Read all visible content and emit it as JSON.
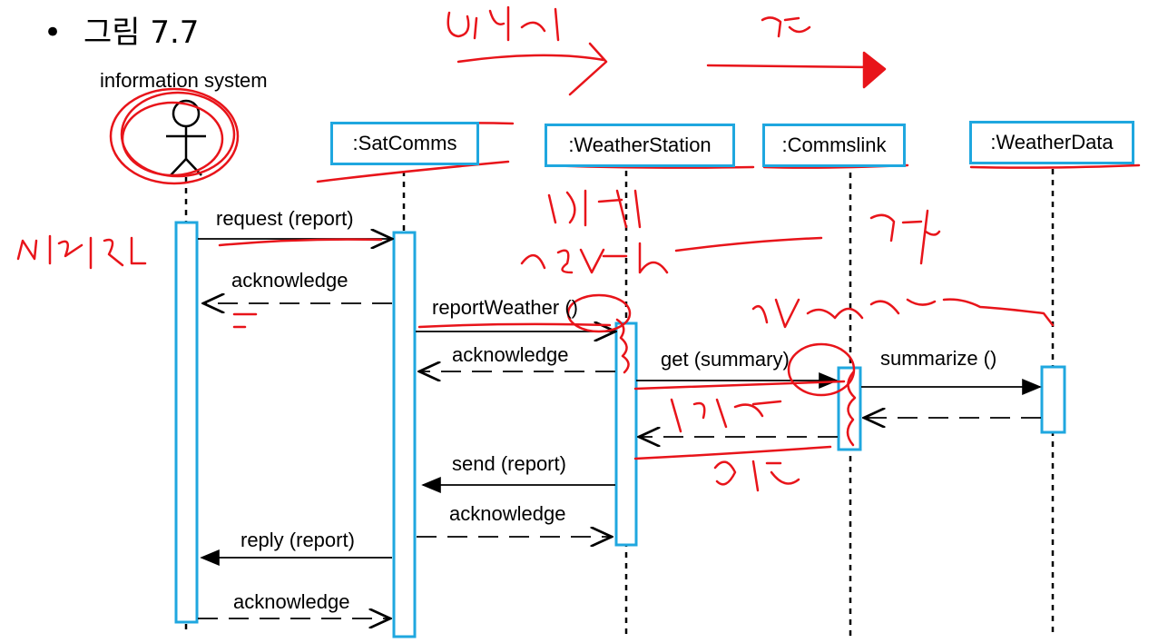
{
  "slide": {
    "bullet": "•",
    "title": "그림 7.7"
  },
  "actor": {
    "label": "information system"
  },
  "lifelines": [
    {
      "id": "satcomms",
      "label": ":SatComms"
    },
    {
      "id": "weatherstation",
      "label": ":WeatherStation"
    },
    {
      "id": "commslink",
      "label": ":Commslink"
    },
    {
      "id": "weatherdata",
      "label": ":WeatherData"
    }
  ],
  "messages": [
    {
      "id": "m1",
      "label": "request (report)",
      "kind": "sync"
    },
    {
      "id": "m2",
      "label": "acknowledge",
      "kind": "return"
    },
    {
      "id": "m3",
      "label": "reportWeather ()",
      "kind": "async"
    },
    {
      "id": "m4",
      "label": "acknowledge",
      "kind": "return"
    },
    {
      "id": "m5",
      "label": "get (summary)",
      "kind": "sync"
    },
    {
      "id": "m6",
      "label": "summarize ()",
      "kind": "sync"
    },
    {
      "id": "m7",
      "label": "send (report)",
      "kind": "sync"
    },
    {
      "id": "m8",
      "label": "acknowledge",
      "kind": "return"
    },
    {
      "id": "m9",
      "label": "reply (report)",
      "kind": "sync"
    },
    {
      "id": "m10",
      "label": "acknowledge",
      "kind": "return"
    }
  ],
  "colors": {
    "lifeline_box": "#1fa7df",
    "annotation": "#e8141a"
  }
}
